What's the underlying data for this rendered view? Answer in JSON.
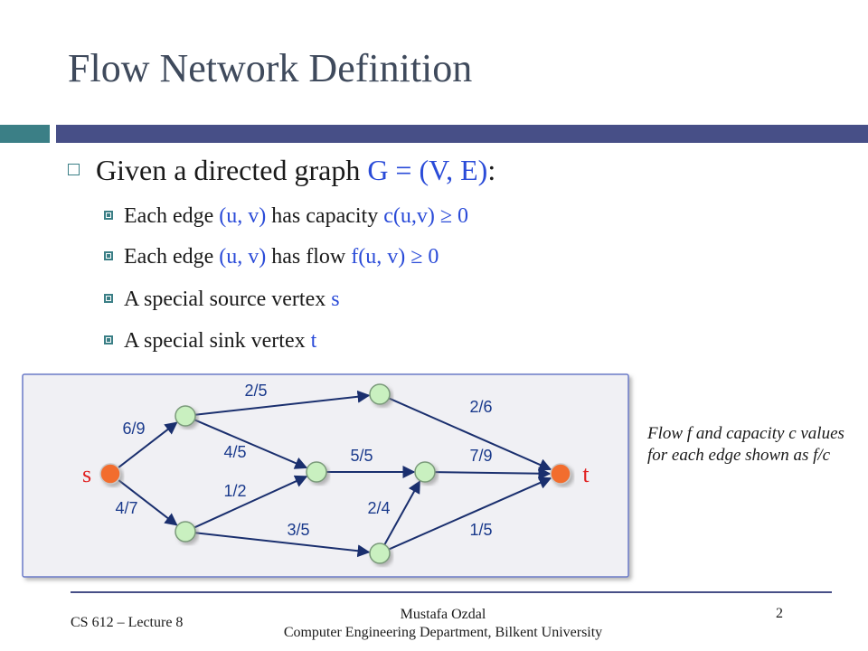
{
  "slide": {
    "title": "Flow Network Definition",
    "bullet": {
      "pre": "Given a directed graph ",
      "highlight": "G = (V, E)",
      "post": ":"
    },
    "sub_bullets": [
      {
        "pre": "Each edge ",
        "h1": "(u, v)",
        "mid": " has capacity ",
        "h2": "c(u,v) ≥ 0"
      },
      {
        "pre": "Each edge ",
        "h1": "(u, v)",
        "mid": " has flow ",
        "h2": "f(u, v) ≥ 0"
      },
      {
        "pre": "A special source vertex ",
        "h1": "s",
        "mid": "",
        "h2": ""
      },
      {
        "pre": "A special sink vertex ",
        "h1": "t",
        "mid": "",
        "h2": ""
      }
    ],
    "caption": "Flow f and capacity c values for each edge shown as f/c",
    "footer": {
      "left": "CS 612 – Lecture 8",
      "center_line1": "Mustafa Ozdal",
      "center_line2": "Computer Engineering Department, Bilkent University",
      "page": "2"
    }
  },
  "graph": {
    "nodes": [
      {
        "id": "s",
        "label": "s",
        "type": "source"
      },
      {
        "id": "a",
        "label": "",
        "type": "inner"
      },
      {
        "id": "b",
        "label": "",
        "type": "inner"
      },
      {
        "id": "c",
        "label": "",
        "type": "inner"
      },
      {
        "id": "d",
        "label": "",
        "type": "inner"
      },
      {
        "id": "e",
        "label": "",
        "type": "inner"
      },
      {
        "id": "f",
        "label": "",
        "type": "inner"
      },
      {
        "id": "t",
        "label": "t",
        "type": "sink"
      }
    ],
    "edges": [
      {
        "from": "s",
        "to": "a",
        "label": "6/9"
      },
      {
        "from": "s",
        "to": "b",
        "label": "4/7"
      },
      {
        "from": "a",
        "to": "c",
        "label": "2/5"
      },
      {
        "from": "a",
        "to": "d",
        "label": "4/5"
      },
      {
        "from": "b",
        "to": "d",
        "label": "1/2"
      },
      {
        "from": "b",
        "to": "f",
        "label": "3/5"
      },
      {
        "from": "c",
        "to": "t",
        "label": "2/6"
      },
      {
        "from": "d",
        "to": "e",
        "label": "5/5"
      },
      {
        "from": "e",
        "to": "t",
        "label": "7/9"
      },
      {
        "from": "f",
        "to": "e",
        "label": "2/4"
      },
      {
        "from": "f",
        "to": "t",
        "label": "1/5"
      }
    ],
    "colors": {
      "source_sink_fill": "#f26d2d",
      "source_sink_text": "#e02020",
      "inner_fill": "#c9f0c0",
      "edge_label": "#1a3a8c",
      "panel_fill": "#f0f0f4",
      "panel_border": "#6a7ac8"
    }
  }
}
